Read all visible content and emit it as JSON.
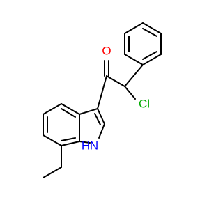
{
  "molecule": {
    "atoms": {
      "oxygen": "O",
      "chlorine": "Cl",
      "nh": "H",
      "nh_n": "N"
    },
    "colors": {
      "oxygen": "#ff0000",
      "chlorine": "#00aa00",
      "nitrogen": "#0000ff",
      "bond": "#000000"
    }
  }
}
